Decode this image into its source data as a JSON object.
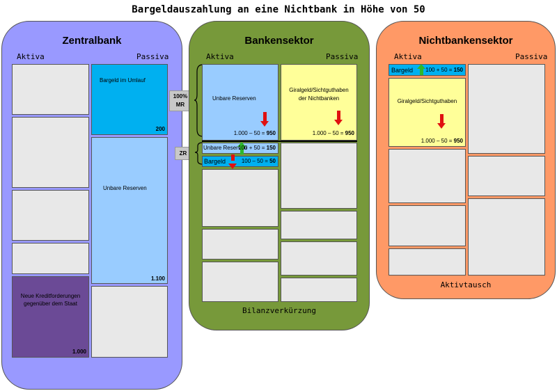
{
  "title": "Bargeldauszahlung an eine Nichtbank in Höhe von 50",
  "labels": {
    "aktiva": "Aktiva",
    "passiva": "Passiva"
  },
  "colors": {
    "zentralbank": "#9999ff",
    "bankensektor": "#77993a",
    "nichtbanken": "#ff9966",
    "bargeld": "#00b0f0",
    "reserven": "#99ccff",
    "giralgeld": "#ffff99",
    "kredit": "#6b4a96"
  },
  "zentralbank": {
    "title": "Zentralbank",
    "bargeld_umlauf": "Bargeld im Umlauf",
    "bargeld_umlauf_value": "200",
    "unbare_reserven": "Unbare Reserven",
    "unbare_reserven_value": "1.100",
    "kredit_l1": "Neue Kreditforderungen",
    "kredit_l2": "gegenüber dem Staat",
    "kredit_value": "1.000"
  },
  "tags": {
    "mr_l1": "100%",
    "mr_l2": "MR",
    "zr": "ZR"
  },
  "bankensektor": {
    "title": "Bankensektor",
    "unbare_reserven": "Unbare Reserven",
    "unbare_reserven_calc": "1.000 – 50 = ",
    "unbare_reserven_result": "950",
    "giral_l1": "Giralgeld/Sichtguthaben",
    "giral_l2": "der Nichtbanken",
    "giral_calc": "1.000 – 50 = ",
    "giral_result": "950",
    "zr_reserven": "Unbare Reserven",
    "zr_reserven_calc": "100 + 50 = ",
    "zr_reserven_result": "150",
    "bargeld": "Bargeld",
    "bargeld_calc": "100 – 50 = ",
    "bargeld_result": "50",
    "footer": "Bilanzverkürzung"
  },
  "nichtbanken": {
    "title": "Nichtbankensektor",
    "bargeld": "Bargeld",
    "bargeld_calc": "100 + 50 = ",
    "bargeld_result": "150",
    "giral": "Giralgeld/Sichtguthaben",
    "giral_calc": "1.000 – 50 = ",
    "giral_result": "950",
    "footer": "Aktivtausch"
  }
}
